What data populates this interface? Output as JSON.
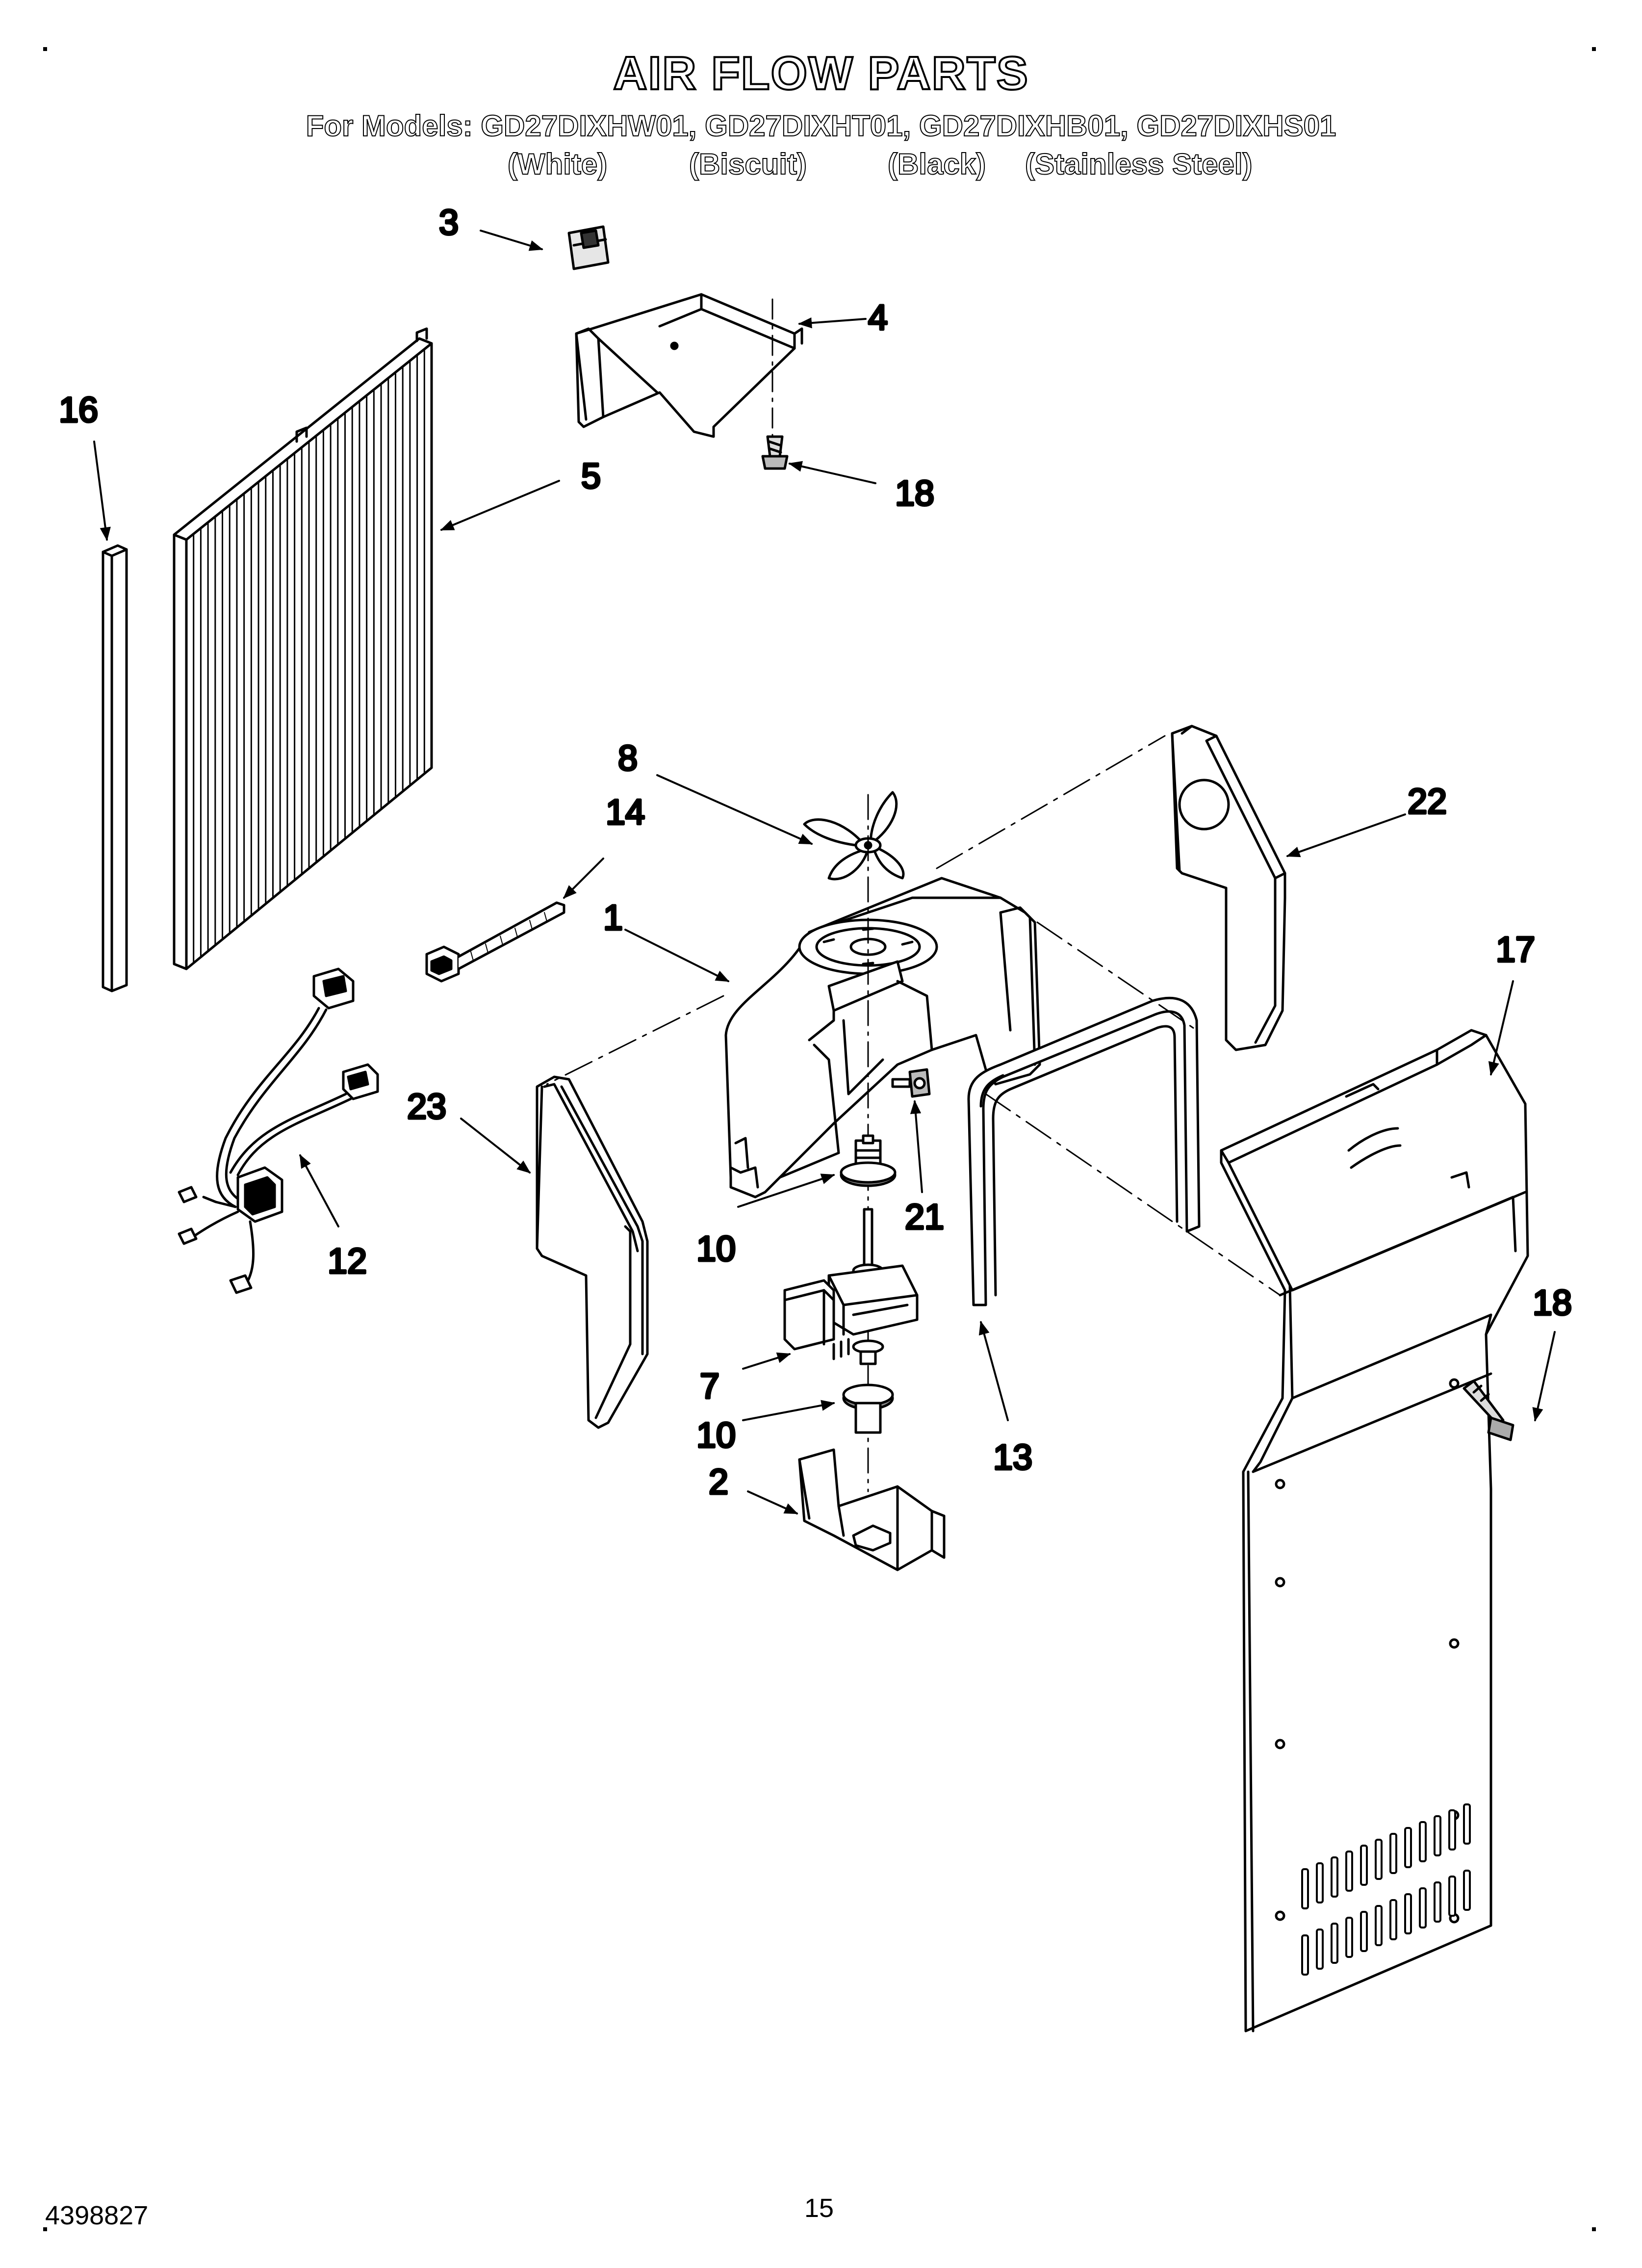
{
  "title": "AIR FLOW PARTS",
  "models_line": "For Models: GD27DIXHW01, GD27DIXHT01, GD27DIXHB01, GD27DIXHS01",
  "variants": [
    "(White)",
    "(Biscuit)",
    "(Black)",
    "(Stainless Steel)"
  ],
  "callouts": {
    "n1": "1",
    "n2": "2",
    "n3": "3",
    "n4": "4",
    "n5": "5",
    "n7": "7",
    "n8": "8",
    "n10a": "10",
    "n10b": "10",
    "n12": "12",
    "n13": "13",
    "n14": "14",
    "n16": "16",
    "n17": "17",
    "n18a": "18",
    "n18b": "18",
    "n21": "21",
    "n22": "22",
    "n23": "23"
  },
  "footer": {
    "doc_number": "4398827",
    "page_number": "15"
  },
  "colors": {
    "ink": "#000000",
    "paper": "#ffffff"
  }
}
